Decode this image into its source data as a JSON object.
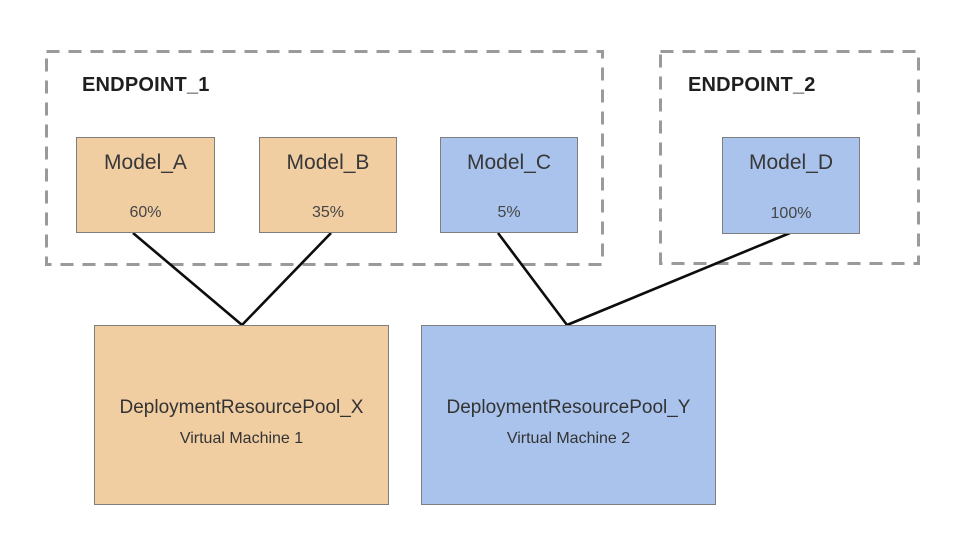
{
  "endpoints": [
    {
      "label": "ENDPOINT_1",
      "models": [
        {
          "name": "Model_A",
          "traffic": "60%",
          "color_key": "orange"
        },
        {
          "name": "Model_B",
          "traffic": "35%",
          "color_key": "orange"
        },
        {
          "name": "Model_C",
          "traffic": "5%",
          "color_key": "blue"
        }
      ]
    },
    {
      "label": "ENDPOINT_2",
      "models": [
        {
          "name": "Model_D",
          "traffic": "100%",
          "color_key": "blue"
        }
      ]
    }
  ],
  "pools": [
    {
      "name": "DeploymentResourcePool_X",
      "machine": "Virtual Machine 1",
      "color_key": "orange"
    },
    {
      "name": "DeploymentResourcePool_Y",
      "machine": "Virtual Machine 2",
      "color_key": "blue"
    }
  ],
  "connections": [
    {
      "from": "Model_A",
      "to": "DeploymentResourcePool_X"
    },
    {
      "from": "Model_B",
      "to": "DeploymentResourcePool_X"
    },
    {
      "from": "Model_C",
      "to": "DeploymentResourcePool_Y"
    },
    {
      "from": "Model_D",
      "to": "DeploymentResourcePool_Y"
    }
  ],
  "colors": {
    "orange_fill": "#f1cda2",
    "blue_fill": "#a9c3ec",
    "box_border": "#7e7e7e",
    "dashed_border": "#9a9a9a",
    "connector_line": "#0d0d0d",
    "text": "#3a3a3a"
  }
}
